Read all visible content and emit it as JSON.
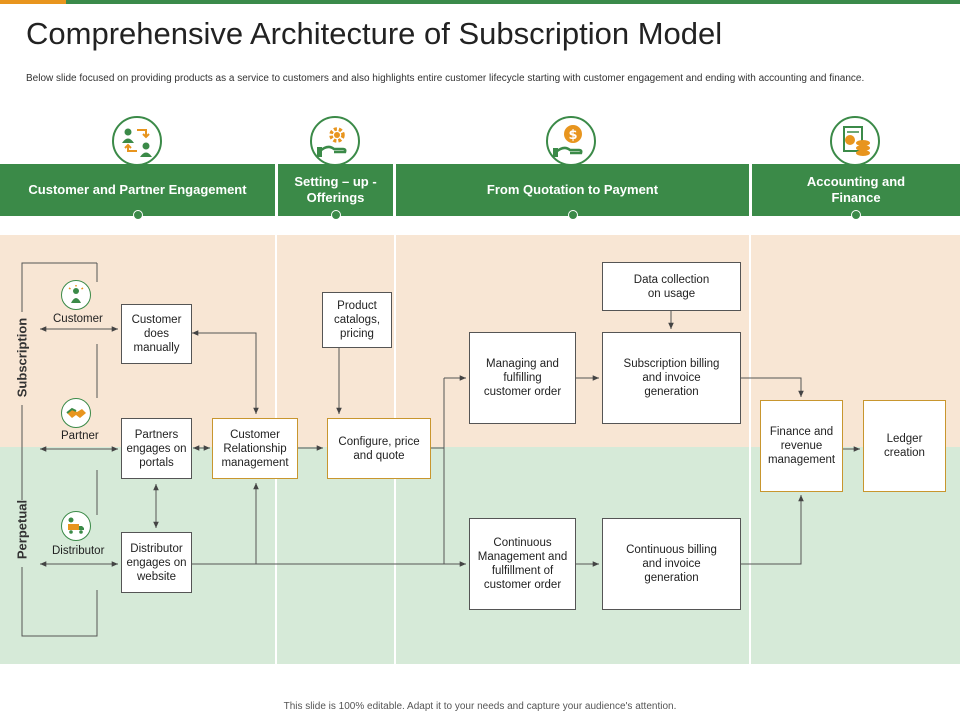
{
  "title": "Comprehensive Architecture of Subscription Model",
  "subtitle": "Below slide focused  on providing  products as a service to customers and also highlights entire customer lifecycle starting with customer engagement and ending with accounting and finance.",
  "footer": "This slide is 100% editable.  Adapt it to your needs and capture your audience's attention.",
  "colors": {
    "brand_green": "#3b8a48",
    "accent_orange": "#e8951e",
    "subscription_band": "#f8e6d4",
    "perpetual_band": "#d6ead8",
    "box_gold_border": "#c8962e"
  },
  "columns": [
    {
      "label": "Customer and Partner Engagement",
      "icon": "people-exchange-icon"
    },
    {
      "label": "Setting – up - Offerings",
      "icon": "gear-hand-icon"
    },
    {
      "label": "From Quotation  to Payment",
      "icon": "dollar-hand-icon"
    },
    {
      "label": "Accounting  and Finance",
      "icon": "coins-document-icon"
    }
  ],
  "rows": {
    "subscription": "Subscription",
    "perpetual": "Perpetual"
  },
  "actors": [
    {
      "label": "Customer",
      "icon": "person-idea-icon"
    },
    {
      "label": "Partner",
      "icon": "handshake-icon"
    },
    {
      "label": "Distributor",
      "icon": "delivery-truck-icon"
    }
  ],
  "boxes": {
    "customer_manual": "Customer does manually",
    "partners_portals": "Partners engages on portals",
    "distributor_website": "Distributor engages on website",
    "crm": "Customer Relationship management",
    "product_catalogs": "Product catalogs, pricing",
    "cpq": "Configure, price and quote",
    "managing_order": "Managing and fulfilling customer order",
    "continuous_mgmt": "Continuous Management and fulfillment of customer order",
    "data_collection": "Data collection on usage",
    "subscription_billing": "Subscription billing and invoice generation",
    "continuous_billing": "Continuous billing and invoice generation",
    "finance_revenue": "Finance and revenue management",
    "ledger": "Ledger creation"
  }
}
